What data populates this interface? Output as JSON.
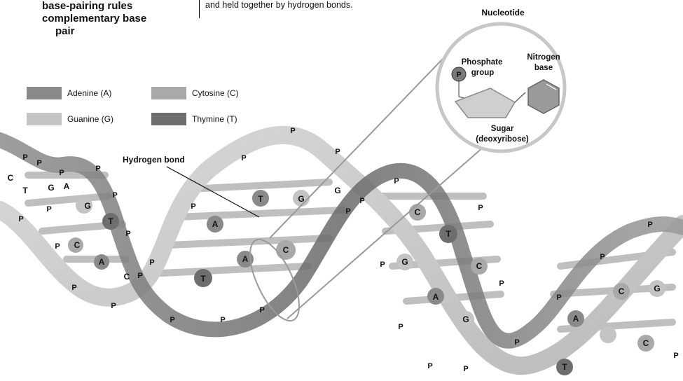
{
  "terms": [
    "base-pairing rules",
    "complementary base",
    "pair"
  ],
  "caption": "and held together by hydrogen bonds.",
  "legend": [
    {
      "label": "Adenine (A)",
      "color": "#8a8a8a"
    },
    {
      "label": "Cytosine (C)",
      "color": "#a9a9a9"
    },
    {
      "label": "Guanine (G)",
      "color": "#c4c4c4"
    },
    {
      "label": "Thymine (T)",
      "color": "#6e6e6e"
    }
  ],
  "hydrogen_bond_label": "Hydrogen bond",
  "nucleotide": {
    "title": "Nucleotide",
    "phosphate": "Phosphate group",
    "phosphate_line1": "Phosphate",
    "phosphate_line2": "group",
    "phosphate_symbol": "P",
    "nitrogen_line1": "Nitrogen",
    "nitrogen_line2": "base",
    "sugar_line1": "Sugar",
    "sugar_line2": "(deoxyribose)"
  },
  "helix_labels": {
    "phosphate_symbol": "P",
    "base_labels": [
      "C",
      "T",
      "G",
      "A",
      "G",
      "T",
      "C",
      "A",
      "C",
      "T",
      "A",
      "T",
      "G",
      "A",
      "C",
      "G",
      "C",
      "T",
      "G",
      "A",
      "C",
      "T",
      "A",
      "G",
      "C",
      "G",
      "C"
    ]
  }
}
